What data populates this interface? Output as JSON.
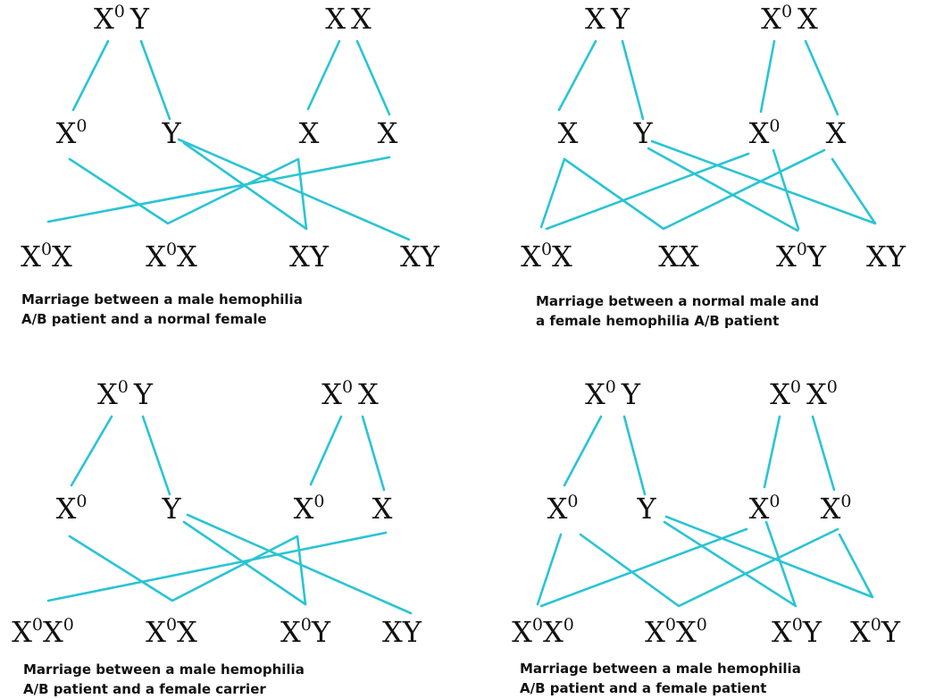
{
  "line_color": "#2ac4d4",
  "panels": [
    {
      "caption": [
        "Marriage between a male hemophilia",
        "A/B patient and a normal female"
      ],
      "parents": [
        {
          "alleles": [
            {
              "base": "X",
              "sup": "0"
            },
            {
              "base": "Y",
              "sup": ""
            }
          ]
        },
        {
          "alleles": [
            {
              "base": "X",
              "sup": ""
            },
            {
              "base": "X",
              "sup": ""
            }
          ]
        }
      ],
      "gametes": [
        {
          "base": "X",
          "sup": "0"
        },
        {
          "base": "Y",
          "sup": ""
        },
        {
          "base": "X",
          "sup": ""
        },
        {
          "base": "X",
          "sup": ""
        }
      ],
      "offspring": [
        [
          {
            "base": "X",
            "sup": "0"
          },
          {
            "base": "X",
            "sup": ""
          }
        ],
        [
          {
            "base": "X",
            "sup": "0"
          },
          {
            "base": "X",
            "sup": ""
          }
        ],
        [
          {
            "base": "X",
            "sup": ""
          },
          {
            "base": "Y",
            "sup": ""
          }
        ],
        [
          {
            "base": "X",
            "sup": ""
          },
          {
            "base": "Y",
            "sup": ""
          }
        ]
      ]
    },
    {
      "caption": [
        "Marriage between a normal male and",
        "a female hemophilia A/B patient"
      ],
      "parents": [
        {
          "alleles": [
            {
              "base": "X",
              "sup": ""
            },
            {
              "base": "Y",
              "sup": ""
            }
          ]
        },
        {
          "alleles": [
            {
              "base": "X",
              "sup": "0"
            },
            {
              "base": "X",
              "sup": ""
            }
          ]
        }
      ],
      "gametes": [
        {
          "base": "X",
          "sup": ""
        },
        {
          "base": "Y",
          "sup": ""
        },
        {
          "base": "X",
          "sup": "0"
        },
        {
          "base": "X",
          "sup": ""
        }
      ],
      "offspring": [
        [
          {
            "base": "X",
            "sup": "0"
          },
          {
            "base": "X",
            "sup": ""
          }
        ],
        [
          {
            "base": "X",
            "sup": ""
          },
          {
            "base": "X",
            "sup": ""
          }
        ],
        [
          {
            "base": "X",
            "sup": "0"
          },
          {
            "base": "Y",
            "sup": ""
          }
        ],
        [
          {
            "base": "X",
            "sup": ""
          },
          {
            "base": "Y",
            "sup": ""
          }
        ]
      ]
    },
    {
      "caption": [
        "Marriage between a male hemophilia",
        "A/B patient and a female carrier"
      ],
      "parents": [
        {
          "alleles": [
            {
              "base": "X",
              "sup": "0"
            },
            {
              "base": "Y",
              "sup": ""
            }
          ]
        },
        {
          "alleles": [
            {
              "base": "X",
              "sup": "0"
            },
            {
              "base": "X",
              "sup": ""
            }
          ]
        }
      ],
      "gametes": [
        {
          "base": "X",
          "sup": "0"
        },
        {
          "base": "Y",
          "sup": ""
        },
        {
          "base": "X",
          "sup": "0"
        },
        {
          "base": "X",
          "sup": ""
        }
      ],
      "offspring": [
        [
          {
            "base": "X",
            "sup": "0"
          },
          {
            "base": "X",
            "sup": "0"
          }
        ],
        [
          {
            "base": "X",
            "sup": "0"
          },
          {
            "base": "X",
            "sup": ""
          }
        ],
        [
          {
            "base": "X",
            "sup": "0"
          },
          {
            "base": "Y",
            "sup": ""
          }
        ],
        [
          {
            "base": "X",
            "sup": ""
          },
          {
            "base": "Y",
            "sup": ""
          }
        ]
      ]
    },
    {
      "caption": [
        "Marriage between a male hemophilia",
        "A/B patient and a female patient"
      ],
      "parents": [
        {
          "alleles": [
            {
              "base": "X",
              "sup": "0"
            },
            {
              "base": "Y",
              "sup": ""
            }
          ]
        },
        {
          "alleles": [
            {
              "base": "X",
              "sup": "0"
            },
            {
              "base": "X",
              "sup": "0"
            }
          ]
        }
      ],
      "gametes": [
        {
          "base": "X",
          "sup": "0"
        },
        {
          "base": "Y",
          "sup": ""
        },
        {
          "base": "X",
          "sup": "0"
        },
        {
          "base": "X",
          "sup": "0"
        }
      ],
      "offspring": [
        [
          {
            "base": "X",
            "sup": "0"
          },
          {
            "base": "X",
            "sup": "0"
          }
        ],
        [
          {
            "base": "X",
            "sup": "0"
          },
          {
            "base": "X",
            "sup": "0"
          }
        ],
        [
          {
            "base": "X",
            "sup": "0"
          },
          {
            "base": "Y",
            "sup": ""
          }
        ],
        [
          {
            "base": "X",
            "sup": "0"
          },
          {
            "base": "Y",
            "sup": ""
          }
        ]
      ]
    }
  ]
}
